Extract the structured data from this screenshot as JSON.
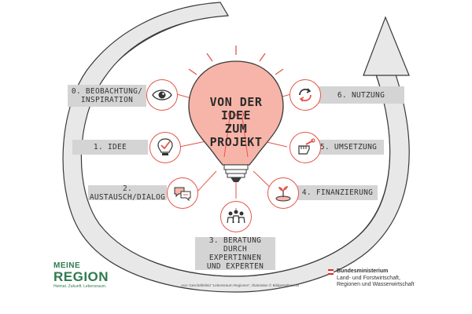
{
  "bulb": {
    "line1": "VON DER IDEE",
    "line2": "ZUM PROJEKT"
  },
  "steps": [
    {
      "id": "step0",
      "line1": "0. BEOBACHTUNG/",
      "line2": "INSPIRATION",
      "icon": "eye-icon"
    },
    {
      "id": "step1",
      "line1": "1. IDEE",
      "icon": "lightbulb-check-icon"
    },
    {
      "id": "step2",
      "line1": "2. AUSTAUSCH/DIALOG",
      "icon": "speech-bubbles-icon"
    },
    {
      "id": "step3",
      "line1": "3. BERATUNG",
      "line2": "DURCH EXPERTINNEN",
      "line3": "UND EXPERTEN",
      "icon": "group-icon"
    },
    {
      "id": "step4",
      "line1": "4. FINANZIERUNG",
      "icon": "sprout-coin-icon"
    },
    {
      "id": "step5",
      "line1": "5. UMSETZUNG",
      "icon": "fist-wrench-icon"
    },
    {
      "id": "step6",
      "line1": "6. NUTZUNG",
      "icon": "recycle-arrows-icon"
    }
  ],
  "logo": {
    "top": "MEINE",
    "main": "REGION",
    "tagline": "Heimat. Zukunft. Lebensraum."
  },
  "credit": "Aus: Geschäftsfeld \"Lebensraum Regionen\", Illustration © Bildgestalterei.at",
  "ministry": {
    "line1": "Bundesministerium",
    "line2": "Land- und Forstwirtschaft,",
    "line3": "Regionen und Wasserwirtschaft"
  },
  "colors": {
    "accent": "#e5564a",
    "bulb_fill": "#f6b5a8",
    "label_bg": "#d4d4d4",
    "arrow": "#e6e6e6",
    "logo_green": "#2f7a4e",
    "flag_red": "#e2261d"
  }
}
